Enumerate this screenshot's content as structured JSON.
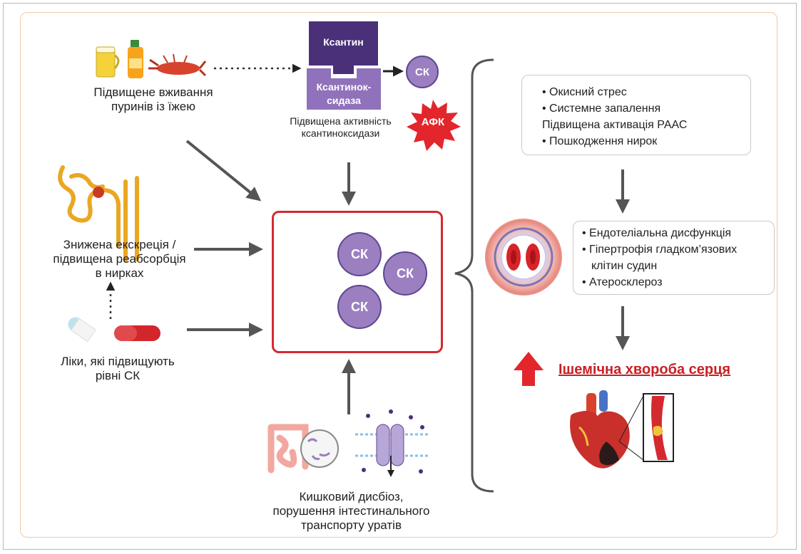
{
  "diets": {
    "label_line1": "Підвищене вживання",
    "label_line2": "пуринів із їжею"
  },
  "xanthine": {
    "substrate": "Ксантин",
    "enzyme_line1": "Ксантинок-",
    "enzyme_line2": "сидаза",
    "caption_line1": "Підвищена активність",
    "caption_line2": "ксантиноксидази",
    "product": "СК",
    "ros": "АФК"
  },
  "kidney": {
    "label_line1": "Знижена екскреція /",
    "label_line2": "підвищена реабсорбція",
    "label_line3": "в нирках"
  },
  "drugs": {
    "label_line1": "Ліки, які підвищують",
    "label_line2": "рівні СК"
  },
  "center": {
    "uric_acid": [
      "СК",
      "СК",
      "СК"
    ]
  },
  "gut": {
    "label_line1": "Кишковий дисбіоз,",
    "label_line2": "порушення інтестинального",
    "label_line3": "транспорту уратів"
  },
  "effects": {
    "items": [
      "Окисний стрес",
      "Системне запалення",
      "Підвищена активація РААС",
      "Пошкодження нирок"
    ]
  },
  "vascular": {
    "items": [
      "Ендотеліальна дисфункція",
      "Гіпертрофія гладком’язових",
      "клітин судин",
      "Атеросклероз"
    ]
  },
  "outcome": {
    "title": "Ішемічна хвороба серця"
  },
  "colors": {
    "purple": "#5f4690",
    "purple_light": "#9b7fc0",
    "red": "#d42a2f",
    "arrow": "#555555"
  }
}
